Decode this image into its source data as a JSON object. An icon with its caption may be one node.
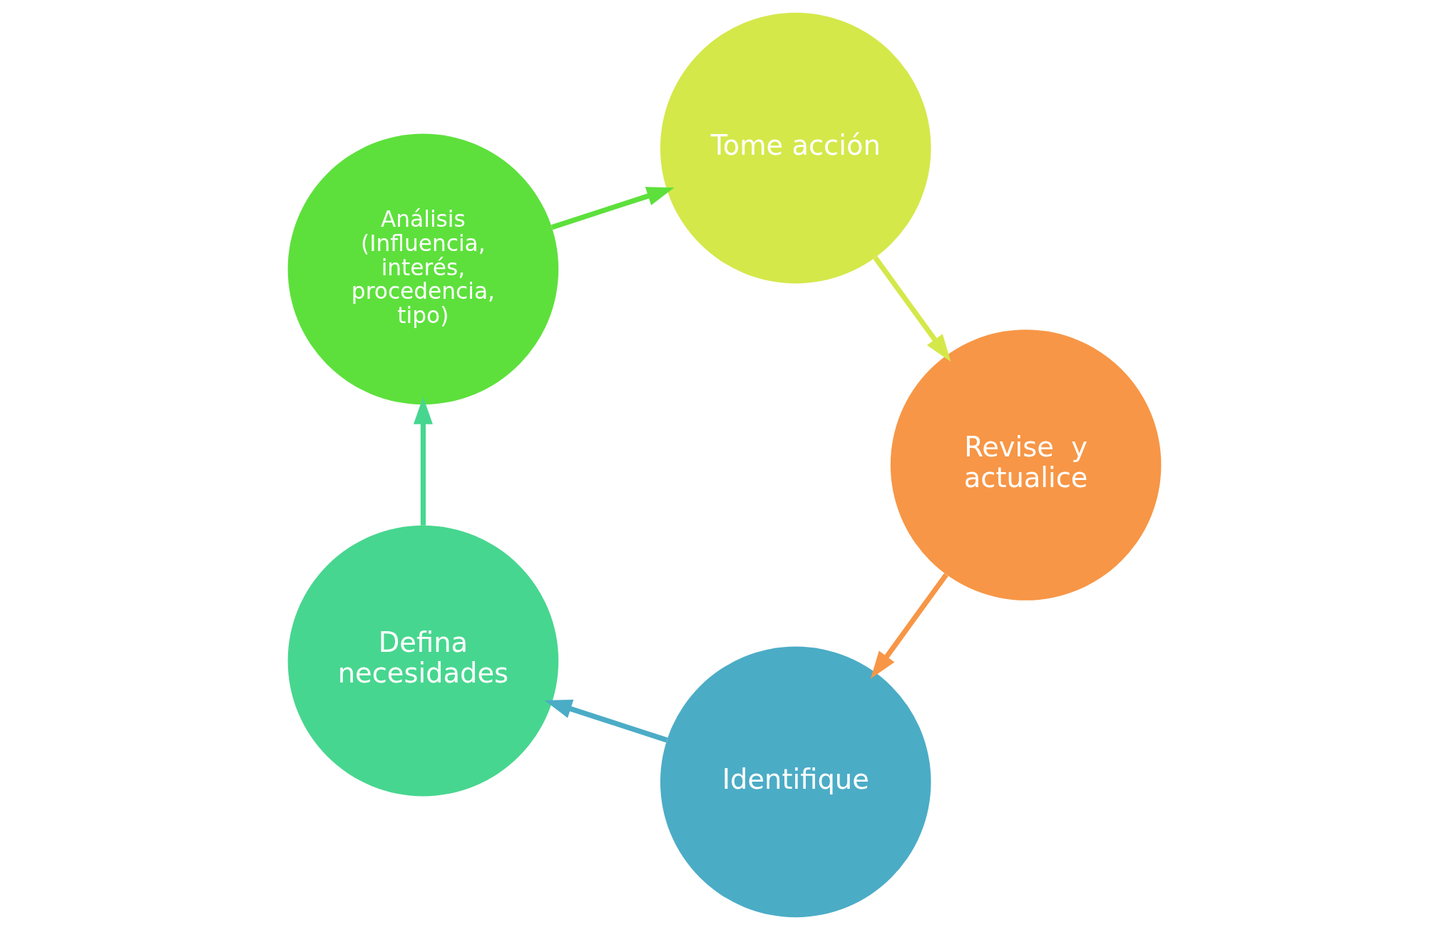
{
  "diagram": {
    "nodes": [
      {
        "text": [
          "Identifique"
        ]
      },
      {
        "text": [
          "Defina necesidades"
        ]
      },
      {
        "text": [
          "Análisis",
          "(Influencia, interés, procedencia, tipo)"
        ]
      },
      {
        "text": [
          "Tome acción"
        ]
      },
      {
        "text": [
          "Revise  y actualice"
        ]
      }
    ],
    "edges": [
      {
        "from": 0,
        "to": 1,
        "arrow": "to",
        "color": "#4bacc6"
      },
      {
        "from": 1,
        "to": 2,
        "arrow": "to",
        "color": "#47d68f"
      },
      {
        "from": 2,
        "to": 3,
        "arrow": "to",
        "color": "#5de03c"
      },
      {
        "from": 3,
        "to": 4,
        "arrow": "to",
        "color": "#d4e84a"
      },
      {
        "from": 4,
        "to": 0,
        "arrow": "to",
        "color": "#f79646"
      }
    ]
  }
}
